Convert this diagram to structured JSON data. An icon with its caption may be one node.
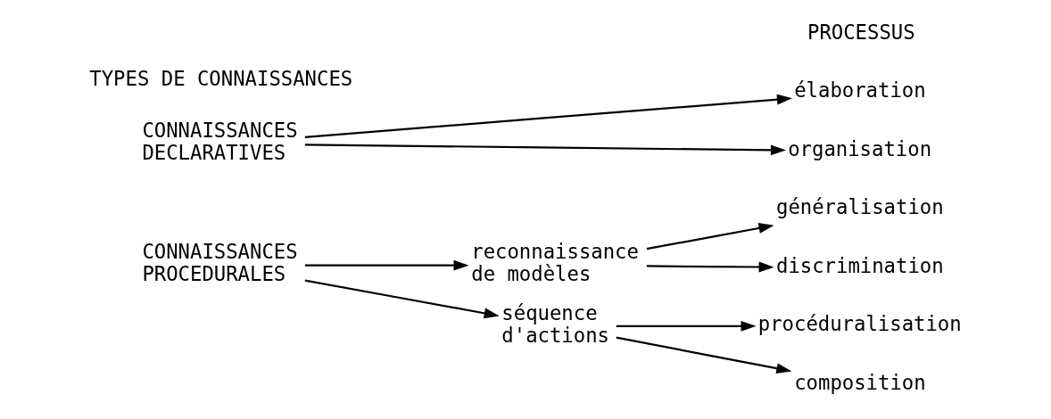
{
  "diagram": {
    "nodes": [
      {
        "text": [
          "CONNAISSANCES DECLARATIVES"
        ]
      },
      {
        "text": [
          "élaboration"
        ]
      },
      {
        "text": [
          "organisation"
        ]
      },
      {
        "text": [
          "CONNAISSANCES PROCEDURALES"
        ]
      },
      {
        "text": [
          "reconnaissance de modèles"
        ]
      },
      {
        "text": [
          "généralisation"
        ]
      },
      {
        "text": [
          "discrimination"
        ]
      },
      {
        "text": [
          "séquence d'actions"
        ]
      },
      {
        "text": [
          "procéduralisation"
        ]
      },
      {
        "text": [
          "composition"
        ]
      }
    ],
    "edges": [
      {
        "from": 0,
        "to": 1,
        "arrow": "to"
      },
      {
        "from": 0,
        "to": 2,
        "arrow": "to"
      },
      {
        "from": 3,
        "to": 4,
        "arrow": "to"
      },
      {
        "from": 3,
        "to": 7,
        "arrow": "to"
      },
      {
        "from": 4,
        "to": 5,
        "arrow": "to"
      },
      {
        "from": 4,
        "to": 6,
        "arrow": "to"
      },
      {
        "from": 7,
        "to": 8,
        "arrow": "to"
      },
      {
        "from": 7,
        "to": 9,
        "arrow": "to"
      }
    ],
    "labels": [
      "TYPES DE CONNAISSANCES",
      "PROCESSUS"
    ]
  }
}
